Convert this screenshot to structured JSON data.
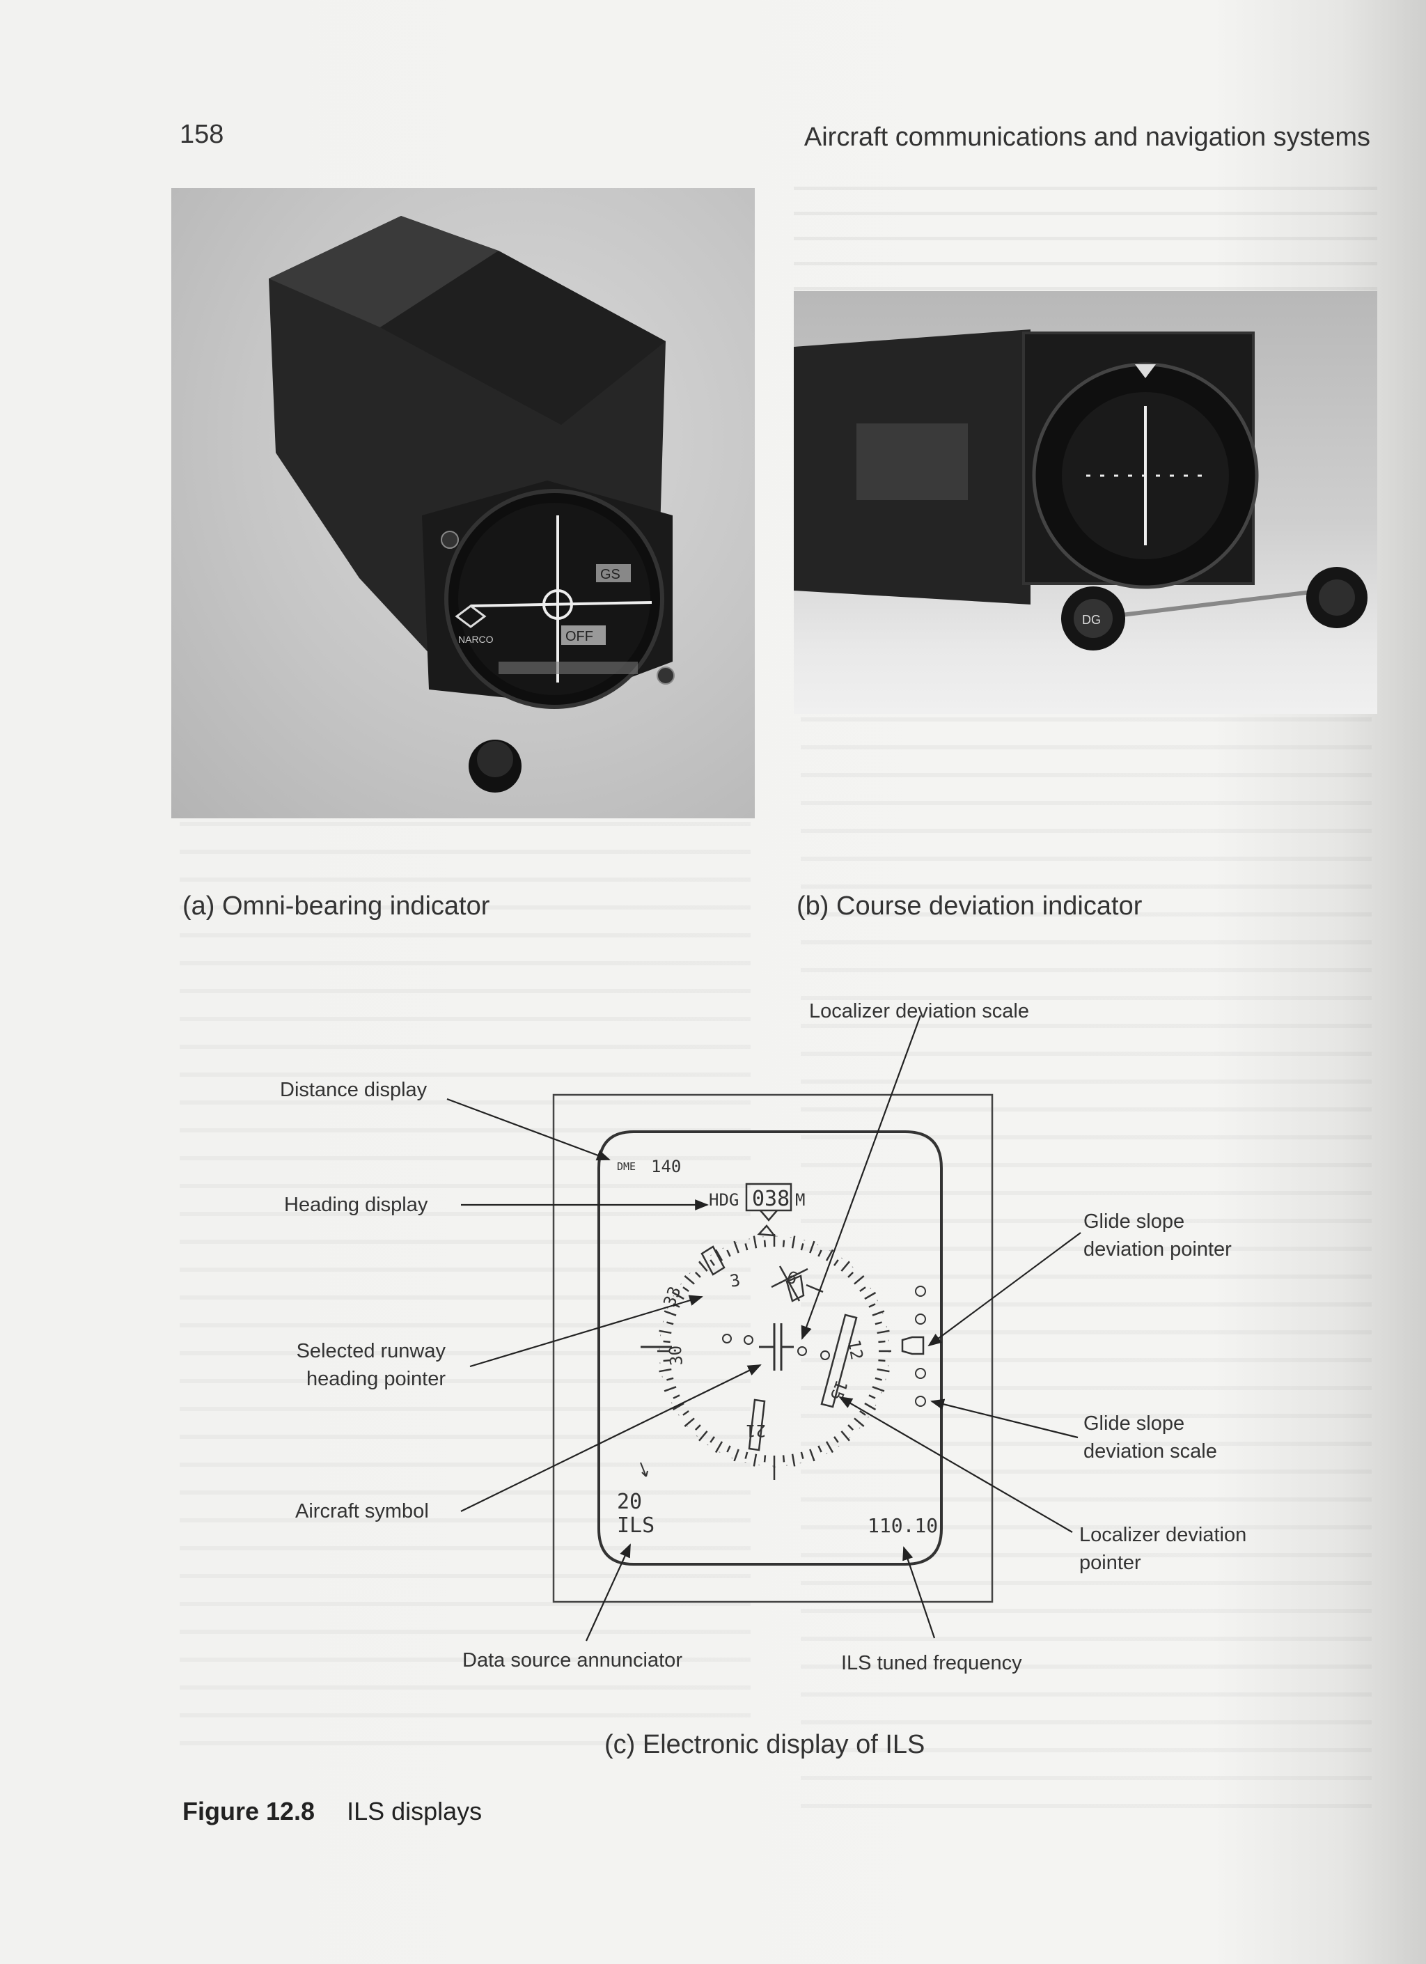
{
  "header": {
    "page_number": "158",
    "running_title": "Aircraft communications and navigation systems"
  },
  "photos": {
    "a": {
      "caption": "(a) Omni-bearing indicator",
      "instrument_brand": "NARCO",
      "flags": [
        "GS",
        "OFF"
      ]
    },
    "b": {
      "caption": "(b) Course deviation indicator",
      "knob_label": "DG"
    }
  },
  "ils_display": {
    "caption": "(c) Electronic display of ILS",
    "dme_label": "DME",
    "dme_value": "140",
    "hdg_label": "HDG",
    "hdg_value": "038",
    "hdg_suffix": "M",
    "source_line1": "20",
    "source_line2": "ILS",
    "frequency": "110.10",
    "callouts": {
      "localizer_scale": "Localizer deviation scale",
      "distance": "Distance display",
      "heading": "Heading display",
      "glide_pointer_1": "Glide slope",
      "glide_pointer_2": "deviation pointer",
      "runway_1": "Selected runway",
      "runway_2": "heading pointer",
      "glide_scale_1": "Glide slope",
      "glide_scale_2": "deviation scale",
      "aircraft": "Aircraft symbol",
      "loc_pointer_1": "Localizer deviation",
      "loc_pointer_2": "pointer",
      "data_source": "Data source annunciator",
      "frequency": "ILS tuned frequency"
    }
  },
  "figure": {
    "label": "Figure 12.8",
    "title": "ILS displays"
  }
}
